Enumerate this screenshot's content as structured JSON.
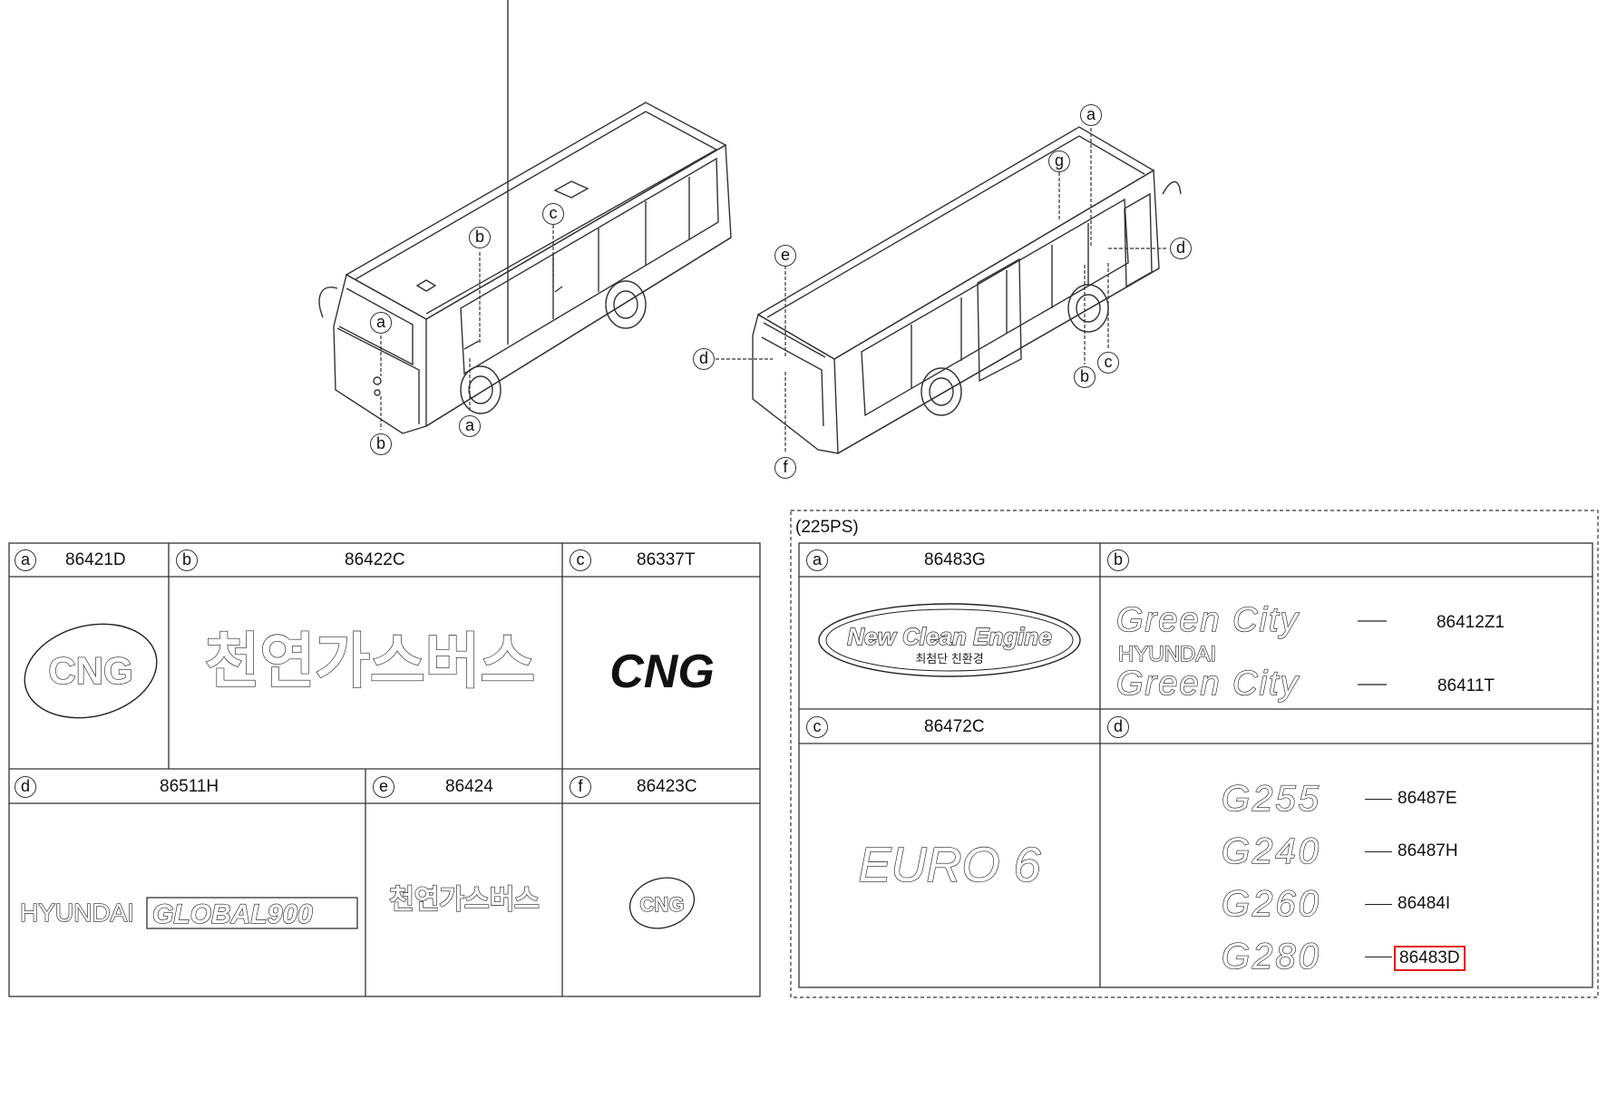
{
  "callout_letters": {
    "a": "a",
    "b": "b",
    "c": "c",
    "d": "d",
    "e": "e",
    "f": "f",
    "g": "g"
  },
  "left_table": {
    "row1": [
      {
        "letter": "a",
        "part": "86421D",
        "label": "CNG"
      },
      {
        "letter": "b",
        "part": "86422C",
        "label": "천연가스버스"
      },
      {
        "letter": "c",
        "part": "86337T",
        "label": "CNG"
      }
    ],
    "row2": [
      {
        "letter": "d",
        "part": "86511H",
        "label_brand": "HYUNDAI",
        "label_model": "GLOBAL900"
      },
      {
        "letter": "e",
        "part": "86424",
        "label": "천연가스버스"
      },
      {
        "letter": "f",
        "part": "86423C",
        "label": "CNG"
      }
    ]
  },
  "right_panel": {
    "variant": "(225PS)",
    "a": {
      "letter": "a",
      "part": "86483G",
      "label": "New Clean Engine",
      "sublabel": "최첨단 친환경"
    },
    "b": {
      "letter": "b",
      "items": [
        {
          "brand": "",
          "label": "Green City",
          "part": "86412Z1"
        },
        {
          "brand": "HYUNDAI",
          "label": "Green City",
          "part": "86411T"
        }
      ]
    },
    "c": {
      "letter": "c",
      "part": "86472C",
      "label": "EURO 6"
    },
    "d": {
      "letter": "d",
      "items": [
        {
          "label": "G255",
          "part": "86487E"
        },
        {
          "label": "G240",
          "part": "86487H"
        },
        {
          "label": "G260",
          "part": "86484I"
        },
        {
          "label": "G280",
          "part": "86483D",
          "highlighted": true
        }
      ]
    },
    "highlight_color": "#e01b1b"
  }
}
